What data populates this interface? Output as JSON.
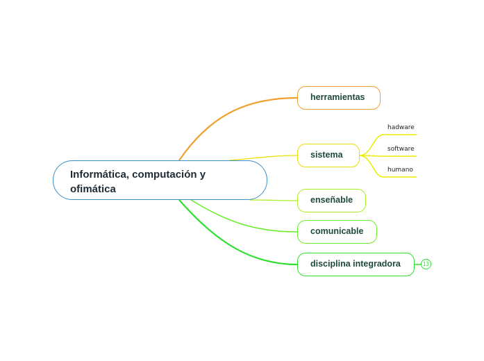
{
  "central": {
    "title": "Informática, computación y ofimática"
  },
  "topics": [
    {
      "label": "herramientas",
      "color": "#f0a030"
    },
    {
      "label": "sistema",
      "color": "#e8e000"
    },
    {
      "label": "enseñable",
      "color": "#a8f020"
    },
    {
      "label": "comunicable",
      "color": "#6aee2a"
    },
    {
      "label": "disciplina integradora",
      "color": "#2ee02e"
    }
  ],
  "subtopics": [
    {
      "label": "hadware",
      "color": "#ecec00"
    },
    {
      "label": "software",
      "color": "#ecec00"
    },
    {
      "label": "humano",
      "color": "#ecec00"
    }
  ],
  "collapsed_badge": "13"
}
